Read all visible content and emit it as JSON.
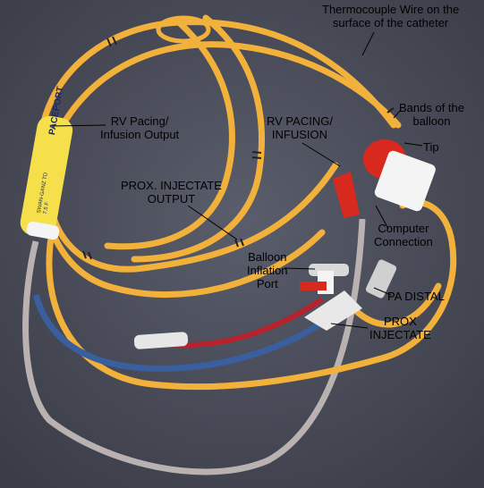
{
  "colors": {
    "background": "#4a4d5a",
    "catheter": "#f2b13a",
    "catheter_shade": "#c98a1e",
    "red_line": "#b8222c",
    "blue_line": "#3a5f9e",
    "clear_line": "#b9b2b0",
    "hub_red": "#d8291e",
    "hub_white": "#f4f4f4",
    "yellow_body": "#f5df4a"
  },
  "labels": {
    "thermocouple": [
      "Thermocouple Wire on the",
      "surface of the catheter"
    ],
    "bands": [
      "Bands of the",
      "balloon"
    ],
    "tip": "Tip",
    "rv_pacing_output": [
      "RV Pacing/",
      "Infusion Output"
    ],
    "rv_pacing_infusion": [
      "RV PACING/",
      "INFUSION"
    ],
    "prox_injectate_output": [
      "PROX. INJECTATE",
      "OUTPUT"
    ],
    "computer_connection": [
      "Computer",
      "Connection"
    ],
    "balloon_inflation": [
      "Balloon",
      "Inflation",
      "Port"
    ],
    "pa_distal": "PA DISTAL",
    "prox_injectate": [
      "PROX",
      "INJECTATE"
    ]
  },
  "catheter_brand": "PACEPORT",
  "catheter_body_text": [
    "SWAN-GANZ TD",
    "7.5 F"
  ],
  "icons": [
    "catheter-photo"
  ]
}
